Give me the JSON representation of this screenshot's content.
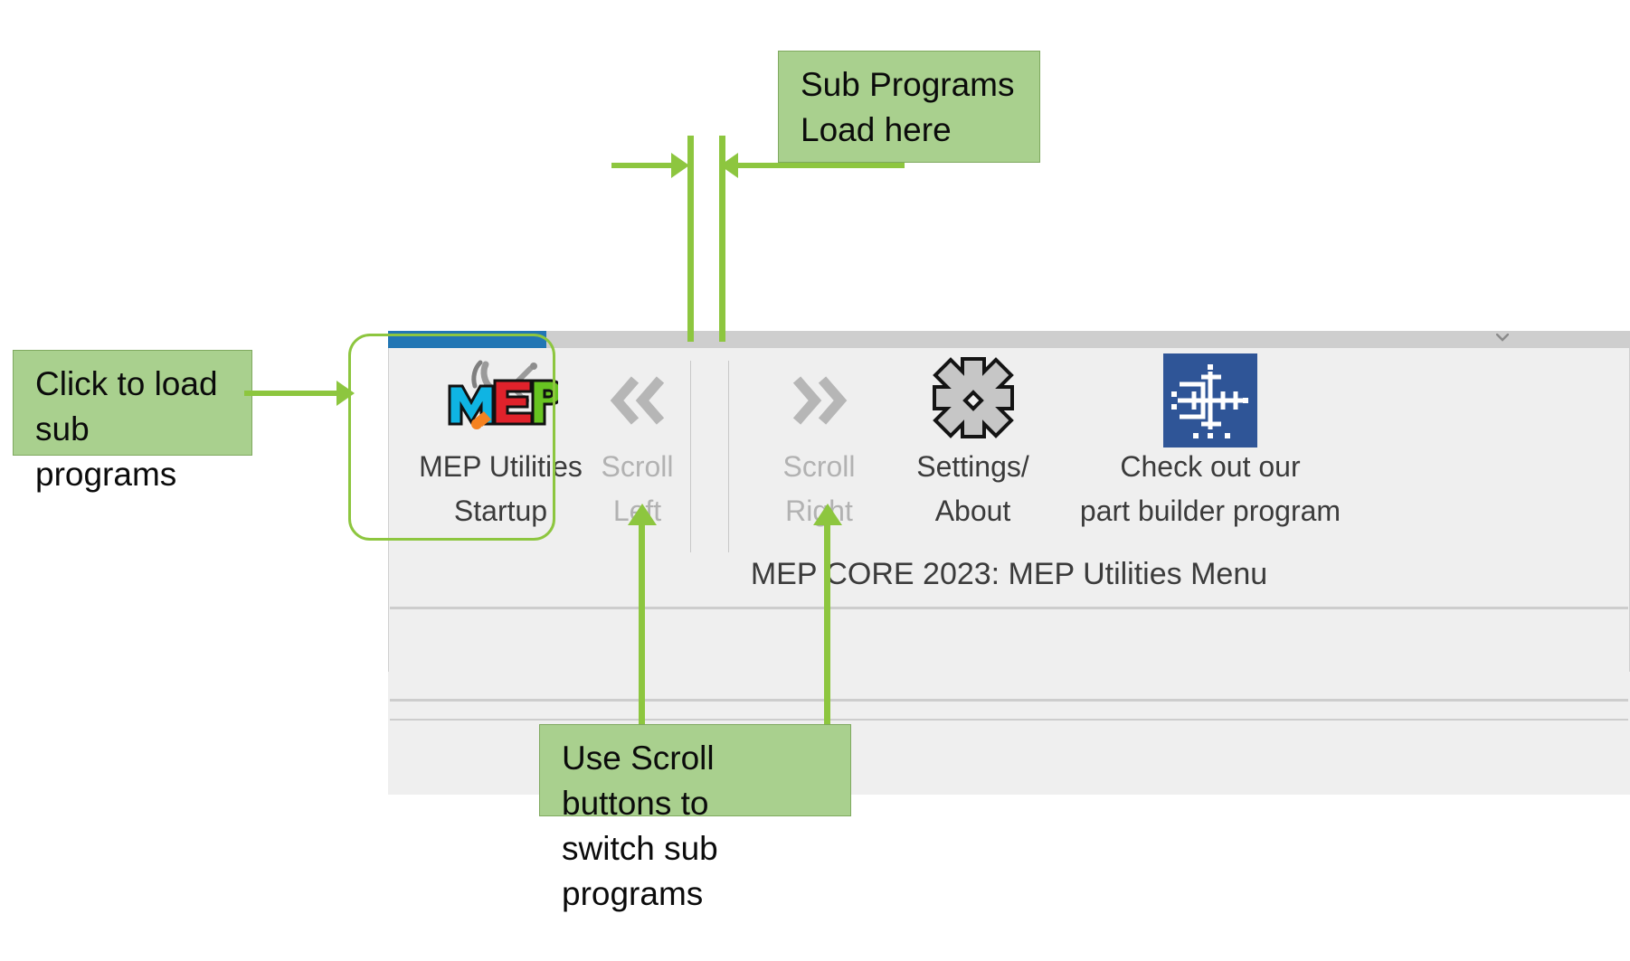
{
  "ribbon": {
    "tab_active_label": "",
    "status_text": "MEP CORE 2023: MEP Utilities Menu",
    "buttons": [
      {
        "id": "mep-startup",
        "label_line1": "MEP Utilities",
        "label_line2": "Startup",
        "icon": "mep-logo-icon",
        "enabled": true,
        "highlighted": true
      },
      {
        "id": "scroll-left",
        "label_line1": "Scroll",
        "label_line2": "Left",
        "icon": "chevron-double-left-icon",
        "enabled": false,
        "highlighted": false
      },
      {
        "id": "scroll-right",
        "label_line1": "Scroll",
        "label_line2": "Right",
        "icon": "chevron-double-right-icon",
        "enabled": false,
        "highlighted": false
      },
      {
        "id": "settings-about",
        "label_line1": "Settings/",
        "label_line2": "About",
        "icon": "gear-icon",
        "enabled": true,
        "highlighted": false
      },
      {
        "id": "part-builder",
        "label_line1": "Check out our",
        "label_line2": "part builder program",
        "icon": "part-builder-icon",
        "enabled": true,
        "highlighted": false
      }
    ]
  },
  "annotations": [
    {
      "id": "sub-programs",
      "text": "Sub Programs\nLoad here"
    },
    {
      "id": "click-load",
      "text": "Click to load\nsub programs"
    },
    {
      "id": "scroll-hint",
      "text": "Use Scroll buttons to\nswitch sub programs"
    }
  ],
  "colors": {
    "annotation_fill": "#A9D08E",
    "annotation_border": "#7FA95F",
    "leader_green": "#8DC63F",
    "tab_active_blue": "#2276B4",
    "panel_gray": "#EFEFEF",
    "tabstrip_gray": "#CECECE",
    "disabled_text": "#B2B2B2",
    "label_text": "#3B3B3B",
    "part_builder_icon_blue": "#2F5597"
  }
}
